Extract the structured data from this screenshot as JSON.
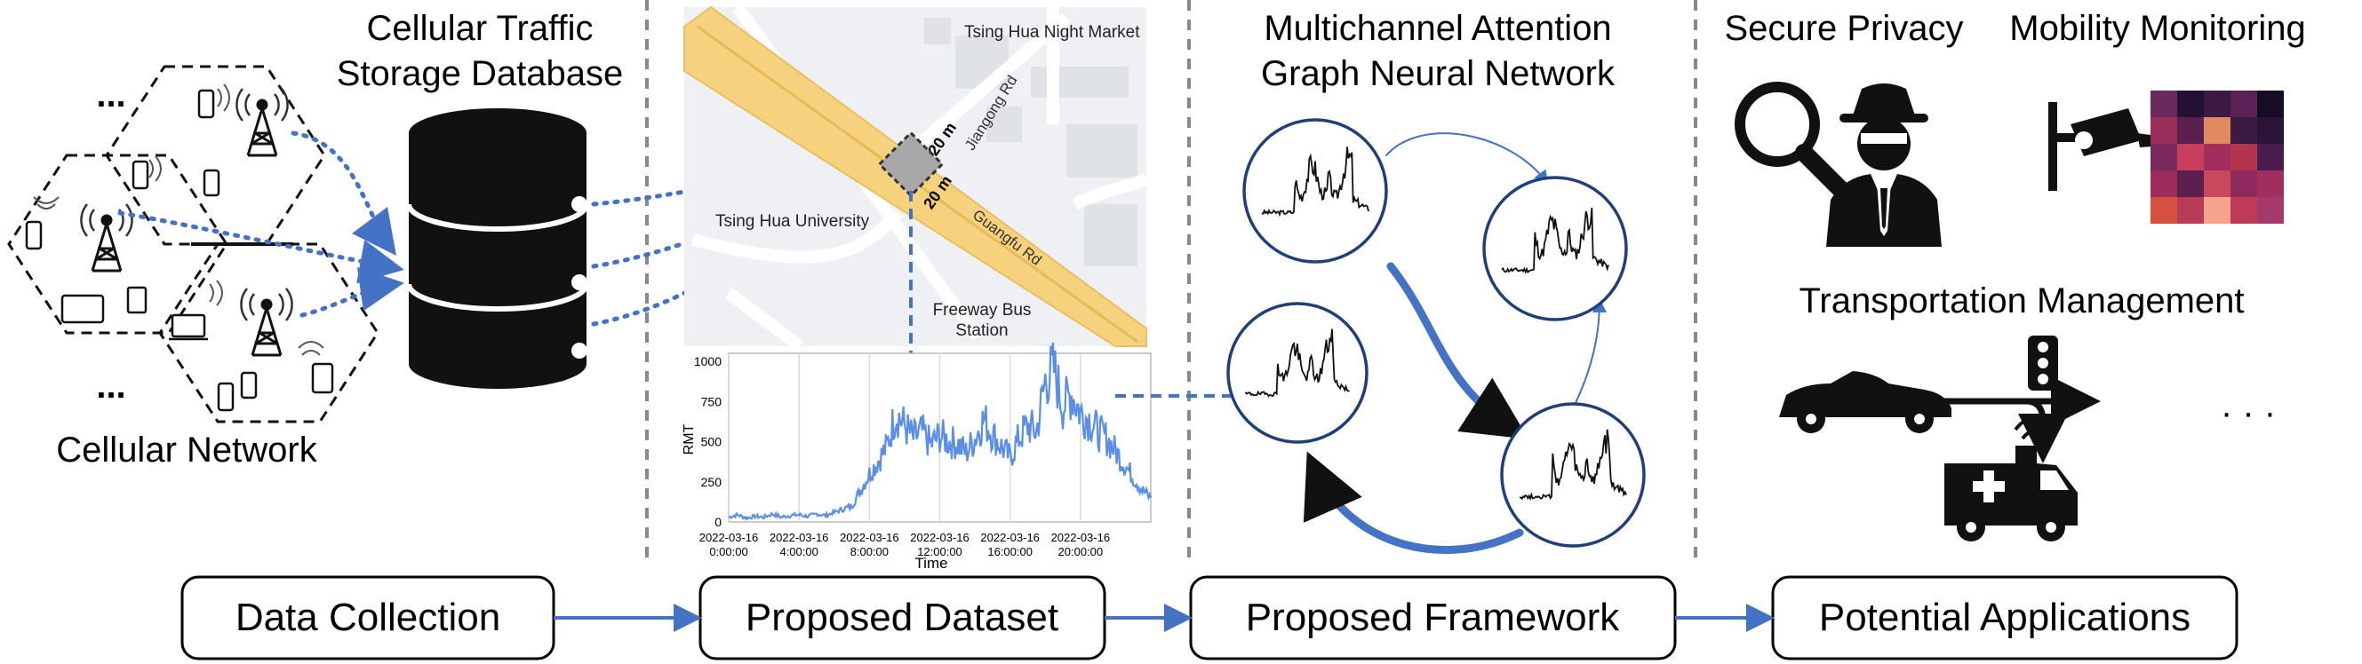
{
  "sections": {
    "collection": {
      "title_line1": "Cellular Traffic",
      "title_line2": "Storage Database",
      "network_label": "Cellular Network",
      "ellipsis_top": "...",
      "ellipsis_bottom": "..."
    },
    "dataset": {
      "map": {
        "night_market": "Tsing Hua Night Market",
        "jiangong_rd": "Jiangong Rd",
        "dim_top": "20 m",
        "dim_side": "20 m",
        "university": "Tsing Hua University",
        "guangfu_rd": "Guangfu Rd",
        "bus_station_line1": "Freeway Bus",
        "bus_station_line2": "Station"
      }
    },
    "framework": {
      "title_line1": "Multichannel Attention",
      "title_line2": "Graph Neural Network"
    },
    "applications": {
      "secure_privacy": "Secure Privacy",
      "mobility_monitoring": "Mobility Monitoring",
      "transportation_management": "Transportation Management",
      "ellipsis": "· · ·",
      "heatmap_colors": [
        [
          "#6b2a5e",
          "#241233",
          "#3b1a46",
          "#5a2254",
          "#160c24"
        ],
        [
          "#9b2d5b",
          "#5a1f4e",
          "#e08a5e",
          "#3b1a46",
          "#2a1438"
        ],
        [
          "#7a2a5c",
          "#c73f5a",
          "#a12e5c",
          "#b3344f",
          "#4a1c4e"
        ],
        [
          "#9b2d5b",
          "#5a1f4e",
          "#c84a5a",
          "#8e2a5e",
          "#a12e5c"
        ],
        [
          "#d4503f",
          "#b73b55",
          "#f3a48a",
          "#bf3a56",
          "#a33a6b"
        ]
      ]
    }
  },
  "pipeline": [
    {
      "label": "Data Collection"
    },
    {
      "label": "Proposed Dataset"
    },
    {
      "label": "Proposed  Framework"
    },
    {
      "label": "Potential Applications"
    }
  ],
  "colors": {
    "accent": "#4472c4",
    "line": "#5b8ee6",
    "road": "#f6d27e"
  },
  "chart_data": {
    "type": "line",
    "title": "",
    "xlabel": "Time",
    "ylabel": "RMT",
    "ylim": [
      0,
      1050
    ],
    "yticks": [
      0,
      250,
      500,
      750,
      1000
    ],
    "xticks": [
      {
        "hour": 0,
        "line1": "2022-03-16",
        "line2": "0:00:00"
      },
      {
        "hour": 4,
        "line1": "2022-03-16",
        "line2": "4:00:00"
      },
      {
        "hour": 8,
        "line1": "2022-03-16",
        "line2": "8:00:00"
      },
      {
        "hour": 12,
        "line1": "2022-03-16",
        "line2": "12:00:00"
      },
      {
        "hour": 16,
        "line1": "2022-03-16",
        "line2": "16:00:00"
      },
      {
        "hour": 20,
        "line1": "2022-03-16",
        "line2": "20:00:00"
      }
    ],
    "xlim_hours": [
      0,
      24
    ],
    "series": [
      {
        "x_hours": [
          0,
          0.5,
          1,
          1.5,
          2,
          2.5,
          3,
          3.5,
          4,
          4.5,
          5,
          5.5,
          6,
          6.5,
          7,
          7.5,
          8,
          8.5,
          9,
          9.5,
          10,
          10.5,
          11,
          11.5,
          12,
          12.5,
          13,
          13.5,
          14,
          14.5,
          15,
          15.5,
          16,
          16.5,
          17,
          17.5,
          18,
          18.5,
          19,
          19.5,
          20,
          20.5,
          21,
          21.5,
          22,
          22.5,
          23,
          23.5,
          24
        ],
        "values": [
          30,
          45,
          25,
          35,
          30,
          50,
          30,
          40,
          45,
          35,
          50,
          40,
          60,
          80,
          100,
          200,
          300,
          380,
          470,
          680,
          600,
          520,
          560,
          480,
          540,
          500,
          490,
          430,
          520,
          640,
          550,
          470,
          400,
          520,
          600,
          560,
          880,
          950,
          720,
          800,
          680,
          640,
          560,
          520,
          440,
          360,
          280,
          200,
          150
        ]
      }
    ]
  }
}
